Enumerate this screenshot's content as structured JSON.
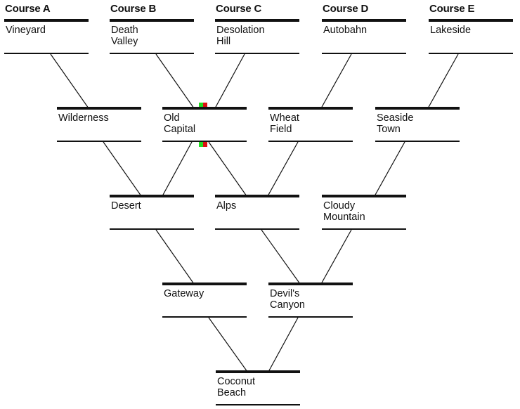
{
  "courses": {
    "a": "Course A",
    "b": "Course B",
    "c": "Course C",
    "d": "Course D",
    "e": "Course E"
  },
  "stages": {
    "vineyard": "Vineyard",
    "death_valley": "Death\nValley",
    "desolation_hill": "Desolation\nHill",
    "autobahn": "Autobahn",
    "lakeside": "Lakeside",
    "wilderness": "Wilderness",
    "old_capital": "Old\nCapital",
    "wheat_field": "Wheat\nField",
    "seaside_town": "Seaside\nTown",
    "desert": "Desert",
    "alps": "Alps",
    "cloudy_mountain": "Cloudy\nMountain",
    "gateway": "Gateway",
    "devils_canyon": "Devil's\nCanyon",
    "coconut_beach": "Coconut\nBeach"
  },
  "edges": [
    [
      "vineyard",
      "wilderness"
    ],
    [
      "death_valley",
      "old_capital"
    ],
    [
      "desolation_hill",
      "old_capital"
    ],
    [
      "autobahn",
      "wheat_field"
    ],
    [
      "lakeside",
      "seaside_town"
    ],
    [
      "wilderness",
      "desert"
    ],
    [
      "old_capital",
      "desert"
    ],
    [
      "old_capital",
      "alps"
    ],
    [
      "wheat_field",
      "alps"
    ],
    [
      "seaside_town",
      "cloudy_mountain"
    ],
    [
      "desert",
      "gateway"
    ],
    [
      "alps",
      "devils_canyon"
    ],
    [
      "cloudy_mountain",
      "devils_canyon"
    ],
    [
      "gateway",
      "coconut_beach"
    ],
    [
      "devils_canyon",
      "coconut_beach"
    ]
  ],
  "markers": {
    "left_color": "#22dd22",
    "right_color": "#dd1111"
  }
}
